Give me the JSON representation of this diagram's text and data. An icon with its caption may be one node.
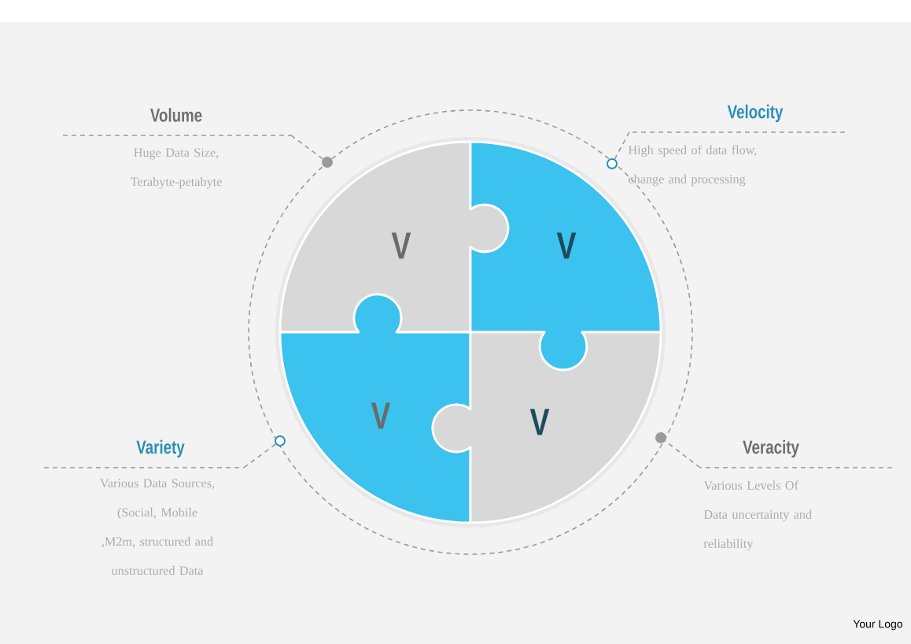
{
  "diagram": {
    "nodes": [
      {
        "text": [
          "Volume",
          "Huge Data Size, Terabyte-petabyte"
        ]
      },
      {
        "text": [
          "Velocity",
          "High speed of data flow, change and processing"
        ]
      },
      {
        "text": [
          "Variety",
          "Various Data Sources, (Social, Mobile ,M2m, structured and unstructured Data"
        ]
      },
      {
        "text": [
          "Veracity",
          "Various Levels Of Data uncertainty and reliability"
        ]
      },
      {
        "text": [
          "V"
        ]
      },
      {
        "text": [
          "V"
        ]
      },
      {
        "text": [
          "V"
        ]
      },
      {
        "text": [
          "V"
        ]
      },
      {
        "text": [],
        "shape": "circle"
      },
      {
        "text": [],
        "shape": "circle"
      },
      {
        "text": [],
        "shape": "circle"
      },
      {
        "text": [],
        "shape": "circle"
      }
    ],
    "edges": [
      {
        "from": 0,
        "to": 8,
        "arrow": "none",
        "style": "dashed"
      },
      {
        "from": 1,
        "to": 9,
        "arrow": "none",
        "style": "dashed"
      },
      {
        "from": 2,
        "to": 10,
        "arrow": "none",
        "style": "dashed"
      },
      {
        "from": 3,
        "to": 11,
        "arrow": "none",
        "style": "dashed"
      }
    ],
    "labels": [
      "Your Logo"
    ]
  }
}
